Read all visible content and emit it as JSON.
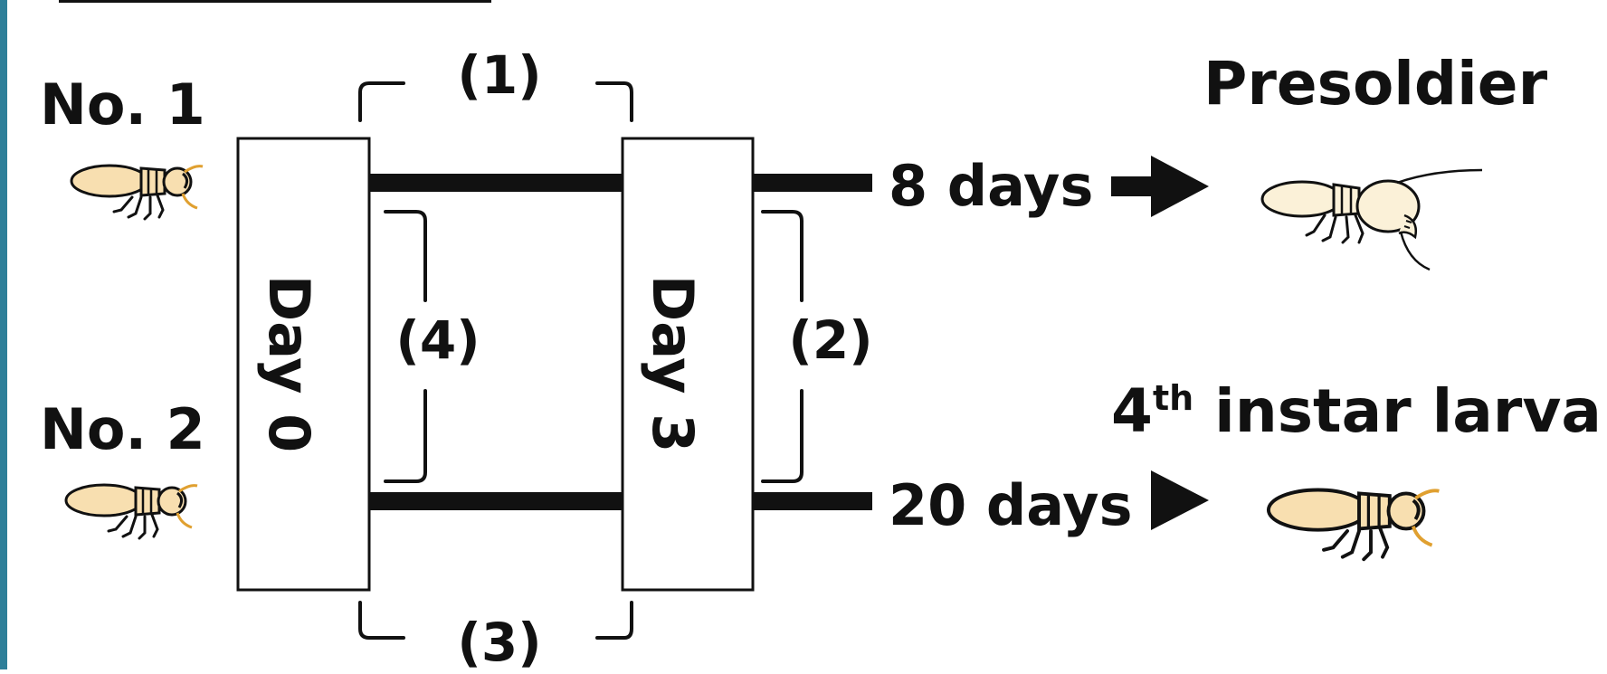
{
  "labels": {
    "no1": "No. 1",
    "no2": "No. 2",
    "day0": "Day 0",
    "day3": "Day 3",
    "bracket_1": "(1)",
    "bracket_2": "(2)",
    "bracket_3": "(3)",
    "bracket_4": "(4)",
    "days_8": "8 days",
    "days_20": "20 days",
    "presoldier": "Presoldier",
    "instar_number": "4",
    "instar_sup": "th",
    "instar_rest": " instar larva"
  },
  "colors": {
    "accent_bar": "#2e7f99",
    "ink": "#111111",
    "body_fill": "#f8dfb0",
    "presoldier_fill": "#fbf1d8",
    "antenna": "#e0a030"
  },
  "icons": {
    "termite": "termite-worker-icon",
    "presoldier": "termite-presoldier-icon",
    "arrow": "right-arrow-icon"
  }
}
